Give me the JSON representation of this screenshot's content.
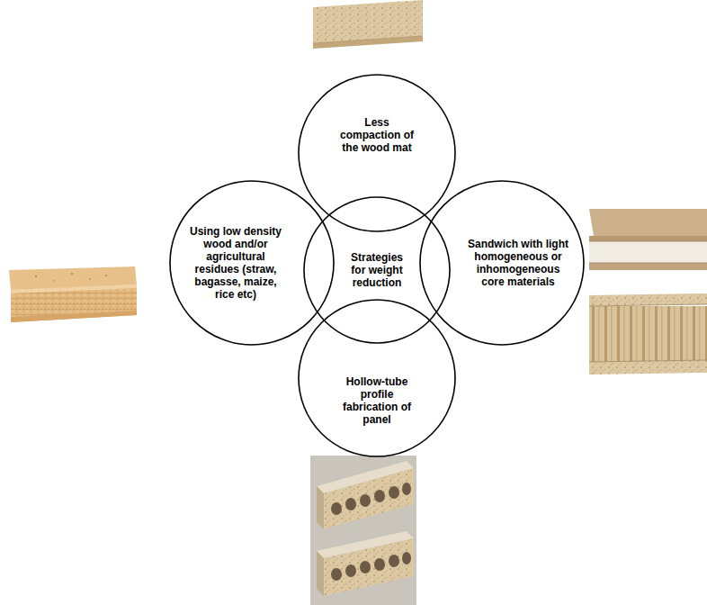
{
  "diagram": {
    "nodes": [
      {
        "text": [
          "Less compaction of the wood mat"
        ]
      },
      {
        "text": [
          "Using low density wood and/or agricultural residues (straw, bagasse, maize, rice etc)"
        ]
      },
      {
        "text": [
          "Strategies for weight reduction"
        ]
      },
      {
        "text": [
          "Sandwich with light homogeneous or inhomogeneous core materials"
        ]
      },
      {
        "text": [
          "Hollow-tube profile fabrication of panel"
        ]
      }
    ]
  }
}
